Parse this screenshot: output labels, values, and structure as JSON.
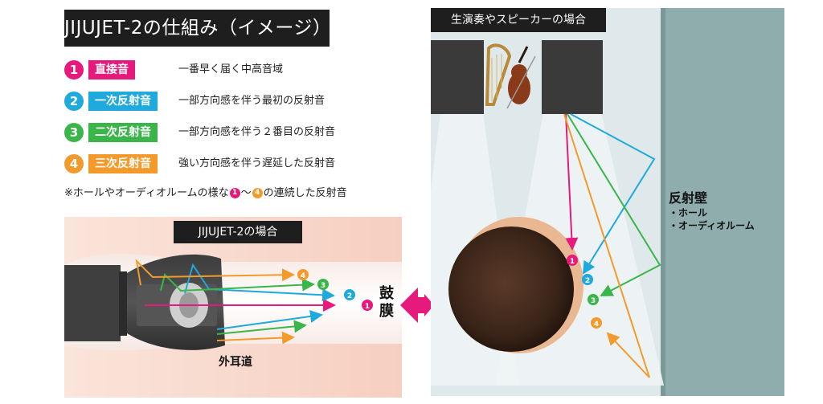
{
  "title": "JIJUJET-2の仕組み（イメージ）",
  "legend": [
    {
      "num": "1",
      "label": "直接音",
      "desc": "一番早く届く中高音域",
      "color": "#e6197d"
    },
    {
      "num": "2",
      "label": "一次反射音",
      "desc": "一部方向感を伴う最初の反射音",
      "color": "#1fa9dc"
    },
    {
      "num": "3",
      "label": "二次反射音",
      "desc": "一部方向感を伴う２番目の反射音",
      "color": "#3ab54a"
    },
    {
      "num": "4",
      "label": "三次反射音",
      "desc": "強い方向感を伴う遅延した反射音",
      "color": "#f39a2b"
    }
  ],
  "note": {
    "prefix": "※ホールやオーディオルームの様な",
    "n1": "1",
    "sep": "～",
    "n4": "4",
    "suffix": "の連続した反射音"
  },
  "earphone": {
    "title": "JIJUJET-2の場合",
    "canal_label": "外耳道",
    "eardrum_label": "鼓膜",
    "markers": [
      "4",
      "3",
      "2",
      "1"
    ]
  },
  "room": {
    "title": "生演奏やスピーカーの場合",
    "wall_label": "反射壁",
    "wall_items": [
      "・ホール",
      "・オーディオルーム"
    ],
    "markers": [
      "1",
      "2",
      "3",
      "4"
    ]
  }
}
